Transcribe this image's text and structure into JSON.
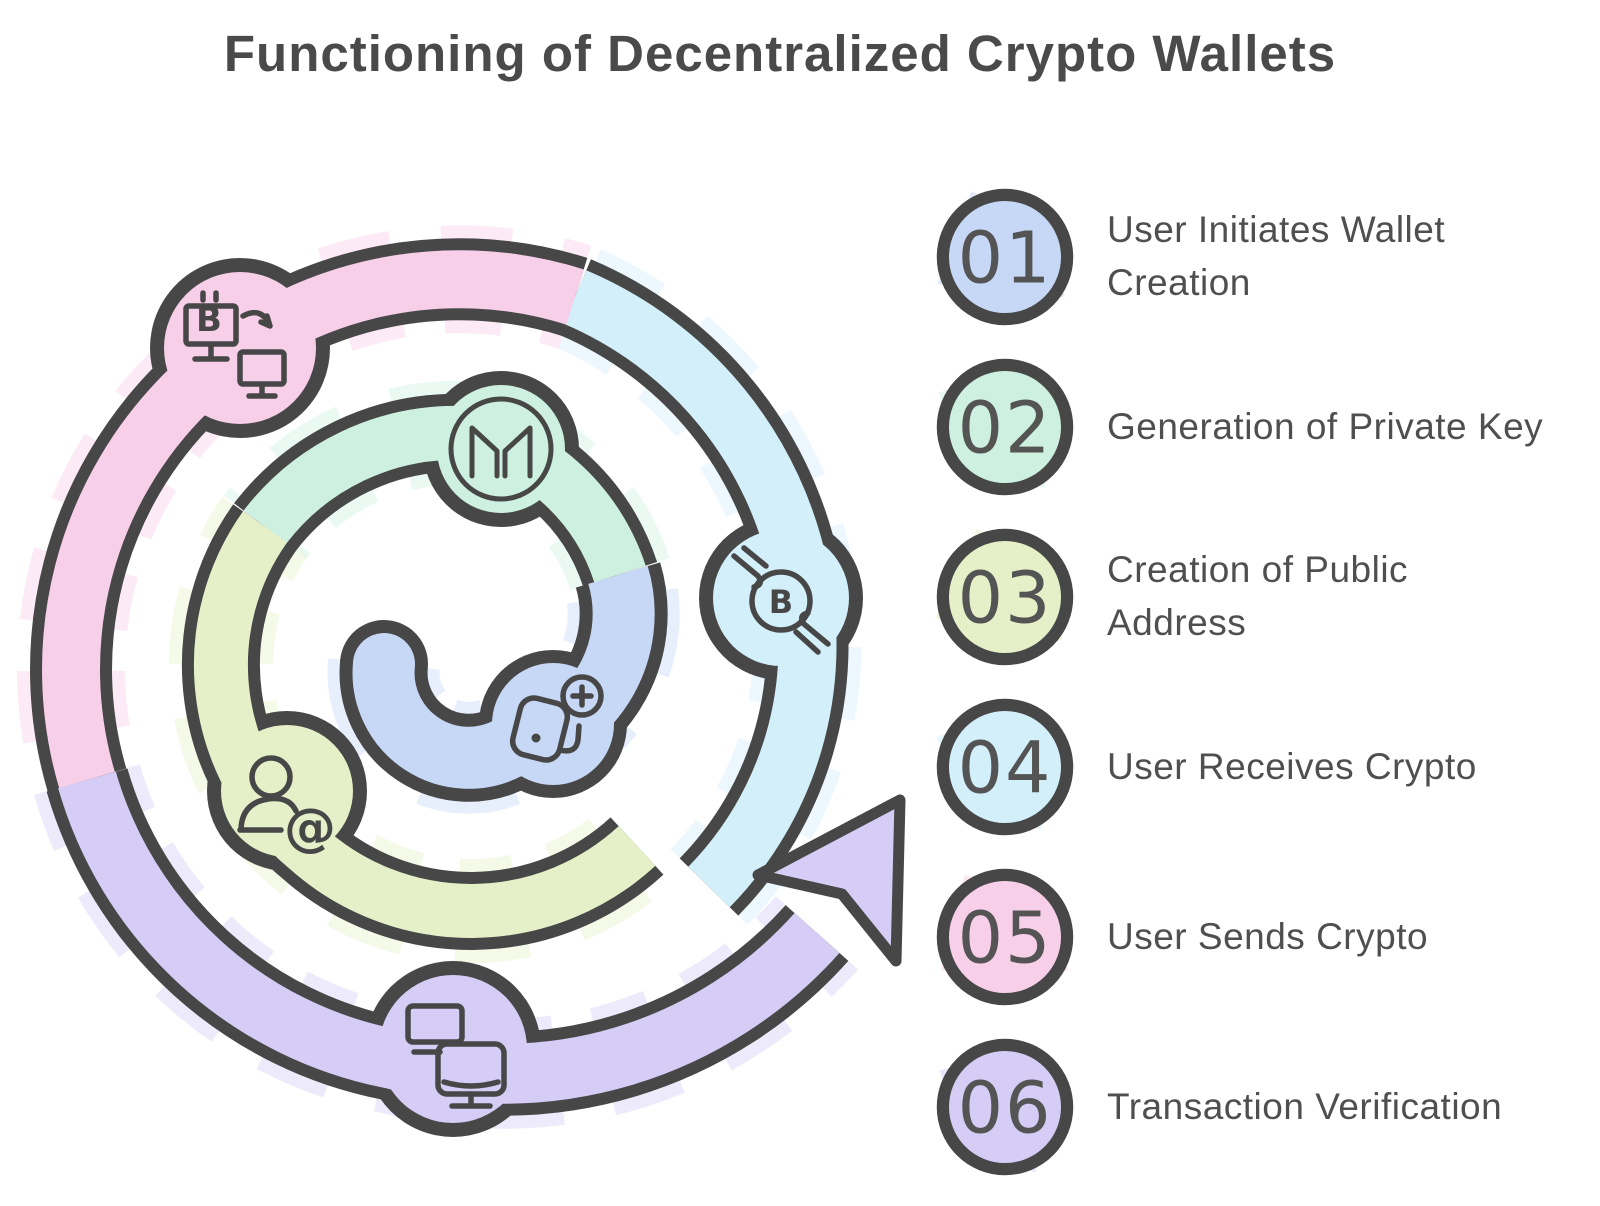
{
  "title": "Functioning of Decentralized Crypto Wallets",
  "palette": {
    "outline": "#474747",
    "text": "#4f4f4f"
  },
  "icons": {
    "bitcoin_b": "B",
    "at_sign": "@"
  },
  "steps": [
    {
      "number": "01",
      "label": "User Initiates Wallet Creation",
      "color": "#c7d8f7",
      "icon": "wallet-plus-icon"
    },
    {
      "number": "02",
      "label": "Generation of Private Key",
      "color": "#cdf0e0",
      "icon": "maker-logo-icon"
    },
    {
      "number": "03",
      "label": "Creation of Public Address",
      "color": "#e5f0c8",
      "icon": "user-at-address-icon"
    },
    {
      "number": "04",
      "label": "User Receives Crypto",
      "color": "#d2effa",
      "icon": "bitcoin-hands-icon"
    },
    {
      "number": "05",
      "label": "User Sends Crypto",
      "color": "#f8cfe9",
      "icon": "computers-transfer-icon"
    },
    {
      "number": "06",
      "label": "Transaction Verification",
      "color": "#d5cdf5",
      "icon": "network-monitors-icon"
    }
  ]
}
